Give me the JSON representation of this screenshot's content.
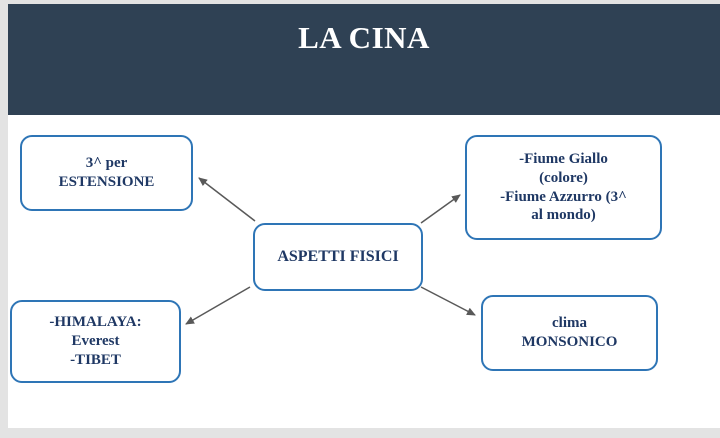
{
  "slide": {
    "title": "LA CINA"
  },
  "diagram": {
    "center": {
      "label": "ASPETTI FISICI"
    },
    "boxes": [
      {
        "id": "estensione",
        "label": "3^ per\nESTENSIONE"
      },
      {
        "id": "fiumi",
        "label": "-Fiume Giallo\n(colore)\n-Fiume Azzurro (3^\nal mondo)"
      },
      {
        "id": "himalaya",
        "label": "-HIMALAYA:\nEverest\n-TIBET"
      },
      {
        "id": "clima",
        "label": "clima\nMONSONICO"
      }
    ]
  },
  "colors": {
    "header_bg": "#2f4154",
    "title_text": "#ffffff",
    "box_border": "#2e75b6",
    "box_text": "#1f3864",
    "arrow": "#595959"
  }
}
